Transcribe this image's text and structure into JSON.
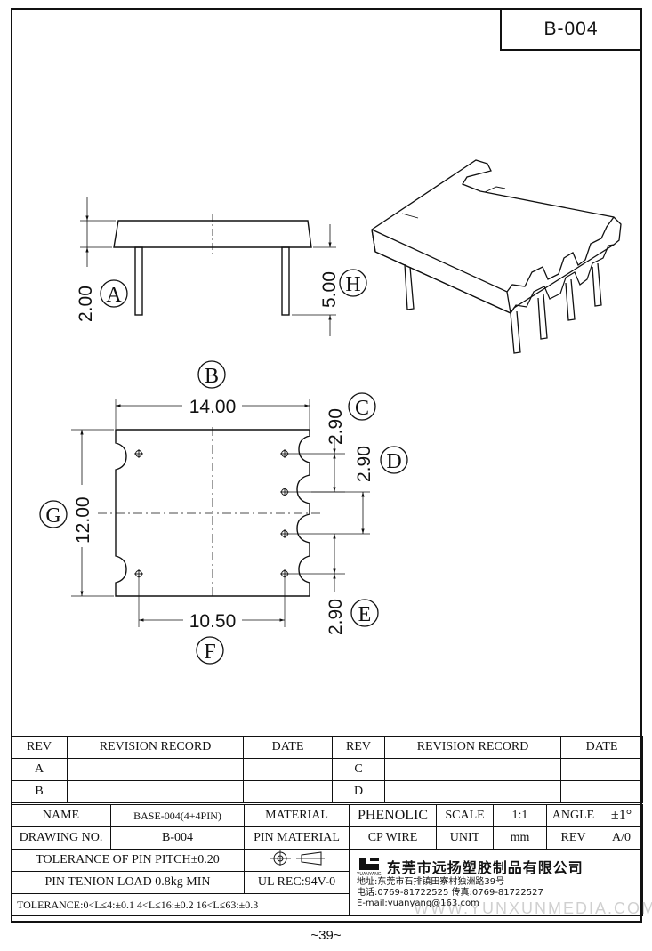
{
  "code": "B-004",
  "page_number": "~39~",
  "watermark": "WWW.YUNXUNMEDIA.COM",
  "labels": {
    "A": "A",
    "B": "B",
    "C": "C",
    "D": "D",
    "E": "E",
    "F": "F",
    "G": "G",
    "H": "H"
  },
  "dims": {
    "a": "2.00",
    "h": "5.00",
    "b": "14.00",
    "c": "2.90",
    "d": "2.90",
    "e": "2.90",
    "f": "10.50",
    "g": "12.00"
  },
  "revision": {
    "headers": [
      "REV",
      "REVISION RECORD",
      "DATE",
      "REV",
      "REVISION RECORD",
      "DATE"
    ],
    "rows": [
      [
        "A",
        "",
        "",
        "C",
        "",
        ""
      ],
      [
        "B",
        "",
        "",
        "D",
        "",
        ""
      ]
    ]
  },
  "title_block": {
    "name_label": "NAME",
    "name_value": "BASE-004(4+4PIN)",
    "material_label": "MATERIAL",
    "material_value": "PHENOLIC",
    "scale_label": "SCALE",
    "scale_value": "1:1",
    "angle_label": "ANGLE",
    "angle_value": "±1°",
    "drawing_no_label": "DRAWING NO.",
    "drawing_no_value": "B-004",
    "pin_material_label": "PIN MATERIAL",
    "pin_material_value": "CP WIRE",
    "unit_label": "UNIT",
    "unit_value": "mm",
    "rev_label": "REV",
    "rev_value": "A/0",
    "tolerance_pitch": "TOLERANCE OF PIN PITCH±0.20",
    "pin_tension": "PIN TENION LOAD 0.8kg MIN",
    "ul_rec": "UL REC:94V-0",
    "tolerance": "TOLERANCE:0<L≤4:±0.1  4<L≤16:±0.2   16<L≤63:±0.3",
    "logo_text": "YUANYANG",
    "company": "东莞市远扬塑胶制品有限公司",
    "address": "地址:东莞市石排镇田寮村独洲路39号",
    "phone": "电话:0769-81722525      传真:0769-81722527",
    "email": "E-mail:yuanyang@163.com"
  }
}
